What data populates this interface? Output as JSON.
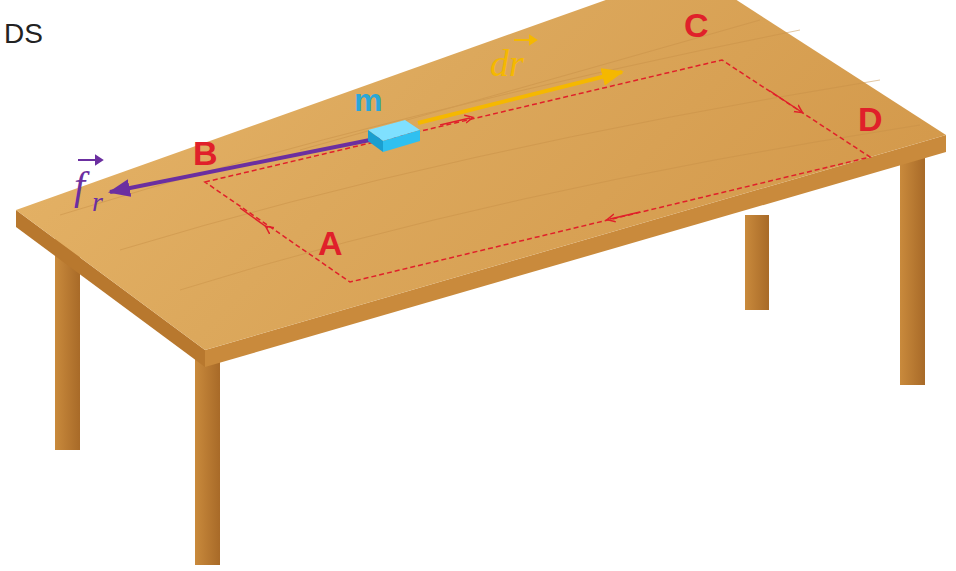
{
  "diagram": {
    "labels": [
      "DS",
      "m",
      "B",
      "C",
      "D",
      "A",
      "f",
      "r",
      "dr"
    ]
  }
}
